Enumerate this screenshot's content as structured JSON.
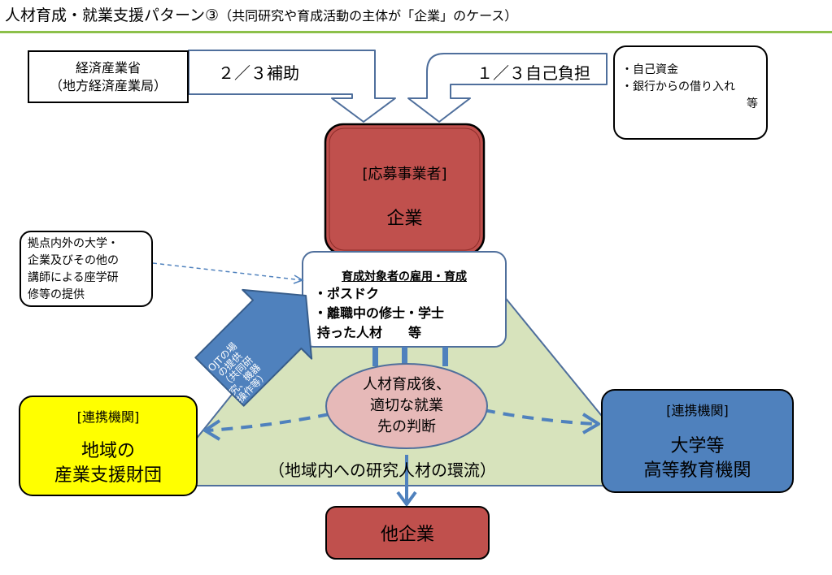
{
  "title": {
    "main": "人材育成・就業支援パターン③",
    "sub": "（共同研究や育成活動の主体が「企業」のケース）"
  },
  "funding": {
    "ministry_line1": "経済産業省",
    "ministry_line2": "（地方経済産業局）",
    "subsidy": "２／３補助",
    "self_pay": "１／３自己負担",
    "sources_line1": "・自己資金",
    "sources_line2": "・銀行からの借り入れ",
    "sources_line3": "等"
  },
  "applicant": {
    "label": "[応募事業者]",
    "name": "企業"
  },
  "lecture_note": {
    "line1": "拠点内外の大学・",
    "line2": "企業及びその他の",
    "line3": "講師による座学研",
    "line4": "修等の提供"
  },
  "trainees": {
    "heading": "育成対象者の雇用・育成",
    "line1": "・ポスドク",
    "line2": "・離職中の修士・学士",
    "line3": "持った人材　　等"
  },
  "ojt_arrow": {
    "line1": "OJTの場",
    "line2": "の提供",
    "line3": "（共同研",
    "line4": "究、機器",
    "line5": "操作等）"
  },
  "judgement": {
    "line1": "人材育成後、",
    "line2": "適切な就業",
    "line3": "先の判断"
  },
  "partner_left": {
    "label": "[連携機関]",
    "line1": "地域の",
    "line2": "産業支援財団"
  },
  "partner_right": {
    "label": "[連携機関]",
    "line1": "大学等",
    "line2": "高等教育機関"
  },
  "circulation": "（地域内への研究人材の環流）",
  "other_company": "他企業",
  "colors": {
    "rule_green": "#8cc04a",
    "triangle_fill": "#d7e3bc",
    "triangle_stroke": "#4f6f9c",
    "applicant_red": "#c0504d",
    "partner_yellow": "#ffff00",
    "partner_blue": "#4f81bd",
    "judgement_pink": "#e6b9b8",
    "dashed_blue": "#4f81bd"
  }
}
